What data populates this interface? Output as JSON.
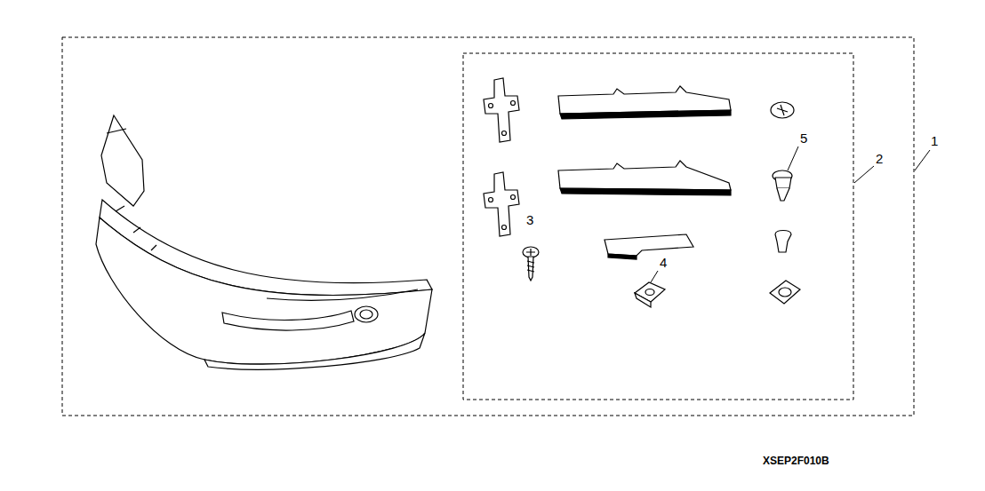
{
  "diagram": {
    "labels": [
      "1",
      "2",
      "3",
      "4",
      "5",
      "XSEP2F010B"
    ]
  }
}
